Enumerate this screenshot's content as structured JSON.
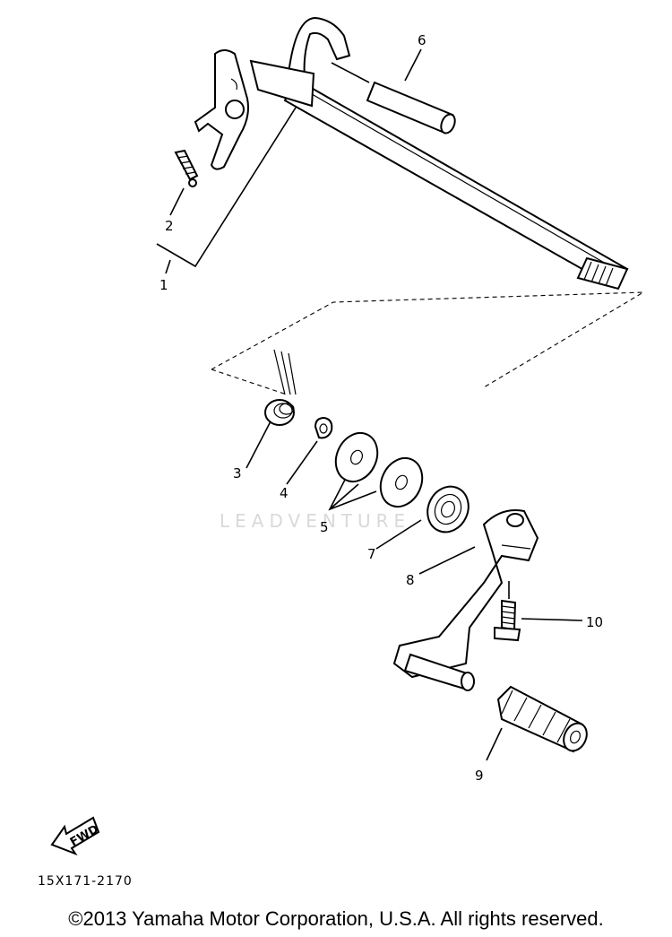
{
  "callouts": {
    "p1": "1",
    "p2": "2",
    "p3": "3",
    "p4": "4",
    "p5": "5",
    "p6": "6",
    "p7": "7",
    "p8": "8",
    "p9": "9",
    "p10": "10"
  },
  "fwd_label": "FWD",
  "watermark": "LEADVENTURE",
  "diagram_code": "15X171-2170",
  "copyright": "©2013 Yamaha Motor Corporation, U.S.A. All rights reserved."
}
